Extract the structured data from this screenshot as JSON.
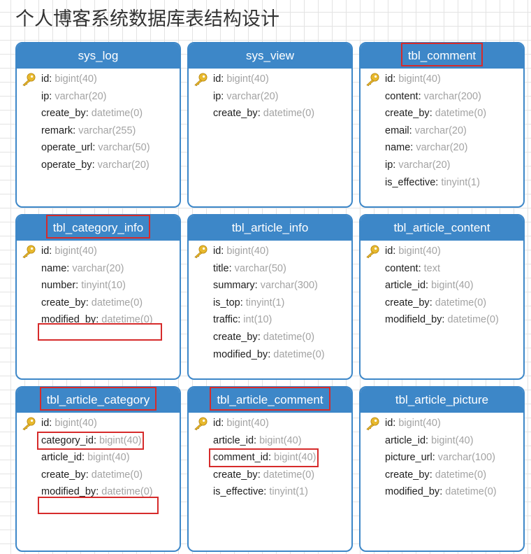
{
  "title": "个人博客系统数据库表结构设计",
  "colors": {
    "header": "#3d87c8",
    "border": "#3d87c8",
    "field_name": "#202020",
    "field_type": "#a3a3a3",
    "highlight": "#d62b2b",
    "key_icon": "#e8b92d"
  },
  "tables": [
    {
      "name": "sys_log",
      "fields": [
        {
          "name": "id",
          "type": "bigint(40)",
          "primary_key": true
        },
        {
          "name": "ip",
          "type": "varchar(20)"
        },
        {
          "name": "create_by",
          "type": "datetime(0)"
        },
        {
          "name": "remark",
          "type": "varchar(255)"
        },
        {
          "name": "operate_url",
          "type": "varchar(50)"
        },
        {
          "name": "operate_by",
          "type": "varchar(20)"
        }
      ]
    },
    {
      "name": "sys_view",
      "fields": [
        {
          "name": "id",
          "type": "bigint(40)",
          "primary_key": true
        },
        {
          "name": "ip",
          "type": "varchar(20)"
        },
        {
          "name": "create_by",
          "type": "datetime(0)"
        }
      ]
    },
    {
      "name": "tbl_comment",
      "highlighted": true,
      "fields": [
        {
          "name": "id",
          "type": "bigint(40)",
          "primary_key": true
        },
        {
          "name": "content",
          "type": "varchar(200)"
        },
        {
          "name": "create_by",
          "type": "datetime(0)"
        },
        {
          "name": "email",
          "type": "varchar(20)"
        },
        {
          "name": "name",
          "type": "varchar(20)"
        },
        {
          "name": "ip",
          "type": "varchar(20)"
        },
        {
          "name": "is_effective",
          "type": "tinyint(1)"
        }
      ]
    },
    {
      "name": "tbl_category_info",
      "highlighted": true,
      "fields": [
        {
          "name": "id",
          "type": "bigint(40)",
          "primary_key": true
        },
        {
          "name": "name",
          "type": "varchar(20)"
        },
        {
          "name": "number",
          "type": "tinyint(10)"
        },
        {
          "name": "create_by",
          "type": "datetime(0)"
        },
        {
          "name": "modified_by",
          "type": "datetime(0)"
        }
      ]
    },
    {
      "name": "tbl_article_info",
      "fields": [
        {
          "name": "id",
          "type": "bigint(40)",
          "primary_key": true
        },
        {
          "name": "title",
          "type": "varchar(50)"
        },
        {
          "name": "summary",
          "type": "varchar(300)"
        },
        {
          "name": "is_top",
          "type": "tinyint(1)"
        },
        {
          "name": "traffic",
          "type": "int(10)"
        },
        {
          "name": "create_by",
          "type": "datetime(0)"
        },
        {
          "name": "modified_by",
          "type": "datetime(0)"
        }
      ]
    },
    {
      "name": "tbl_article_content",
      "fields": [
        {
          "name": "id",
          "type": "bigint(40)",
          "primary_key": true
        },
        {
          "name": "content",
          "type": "text"
        },
        {
          "name": "article_id",
          "type": "bigint(40)"
        },
        {
          "name": "create_by",
          "type": "datetime(0)"
        },
        {
          "name": "modifield_by",
          "type": "datetime(0)"
        }
      ]
    },
    {
      "name": "tbl_article_category",
      "highlighted": true,
      "fields": [
        {
          "name": "id",
          "type": "bigint(40)",
          "primary_key": true
        },
        {
          "name": "category_id",
          "type": "bigint(40)",
          "highlighted": true
        },
        {
          "name": "article_id",
          "type": "bigint(40)"
        },
        {
          "name": "create_by",
          "type": "datetime(0)"
        },
        {
          "name": "modified_by",
          "type": "datetime(0)"
        }
      ]
    },
    {
      "name": "tbl_article_comment",
      "highlighted": true,
      "fields": [
        {
          "name": "id",
          "type": "bigint(40)",
          "primary_key": true
        },
        {
          "name": "article_id",
          "type": "bigint(40)"
        },
        {
          "name": "comment_id",
          "type": "bigint(40)",
          "highlighted": true
        },
        {
          "name": "create_by",
          "type": "datetime(0)"
        },
        {
          "name": "is_effective",
          "type": "tinyint(1)"
        }
      ]
    },
    {
      "name": "tbl_article_picture",
      "fields": [
        {
          "name": "id",
          "type": "bigint(40)",
          "primary_key": true
        },
        {
          "name": "article_id",
          "type": "bigint(40)"
        },
        {
          "name": "picture_url",
          "type": "varchar(100)"
        },
        {
          "name": "create_by",
          "type": "datetime(0)"
        },
        {
          "name": "modified_by",
          "type": "datetime(0)"
        }
      ]
    }
  ]
}
